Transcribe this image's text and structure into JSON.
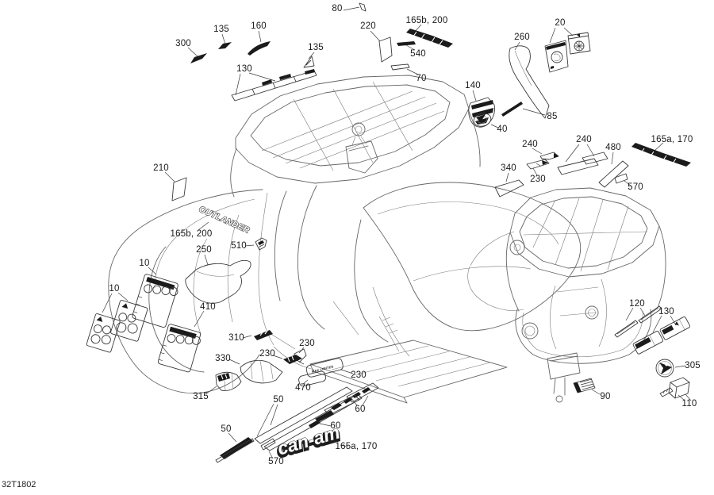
{
  "document": {
    "drawing_code": "32T1802"
  },
  "colors": {
    "background": "#ffffff",
    "line_art": "#666666",
    "decal_dark": "#1b1b1b",
    "label_text": "#1a1a1a"
  },
  "decal_text": {
    "outlander": "OUTLANDER",
    "canam": "can-am",
    "max_limited": "MAX LIMITED"
  },
  "callouts": {
    "c80": "80",
    "c300": "300",
    "c135_top": "135",
    "c160": "160",
    "c220": "220",
    "c165b200_top": "165b, 200",
    "c20": "20",
    "c260": "260",
    "c130_top": "130",
    "c135_mid": "135",
    "c540": "540",
    "c70": "70",
    "c140": "140",
    "c85": "85",
    "c40": "40",
    "c240_left": "240",
    "c240_right": "240",
    "c480": "480",
    "c165a170_top": "165a, 170",
    "c340": "340",
    "c230_top": "230",
    "c570_top": "570",
    "c210": "210",
    "c165b200_mid": "165b, 200",
    "c510": "510",
    "c250": "250",
    "c10_a": "10",
    "c10_b": "10",
    "c410": "410",
    "c310": "310",
    "c330": "330",
    "c230_a": "230",
    "c230_b": "230",
    "c230_c": "230",
    "c470": "470",
    "c315": "315",
    "c50_a": "50",
    "c60_a": "60",
    "c60_b": "60",
    "c50_b": "50",
    "c165a170_bot": "165a, 170",
    "c570_bot": "570",
    "c120": "120",
    "c130_bot": "130",
    "c305": "305",
    "c90": "90",
    "c110": "110"
  }
}
